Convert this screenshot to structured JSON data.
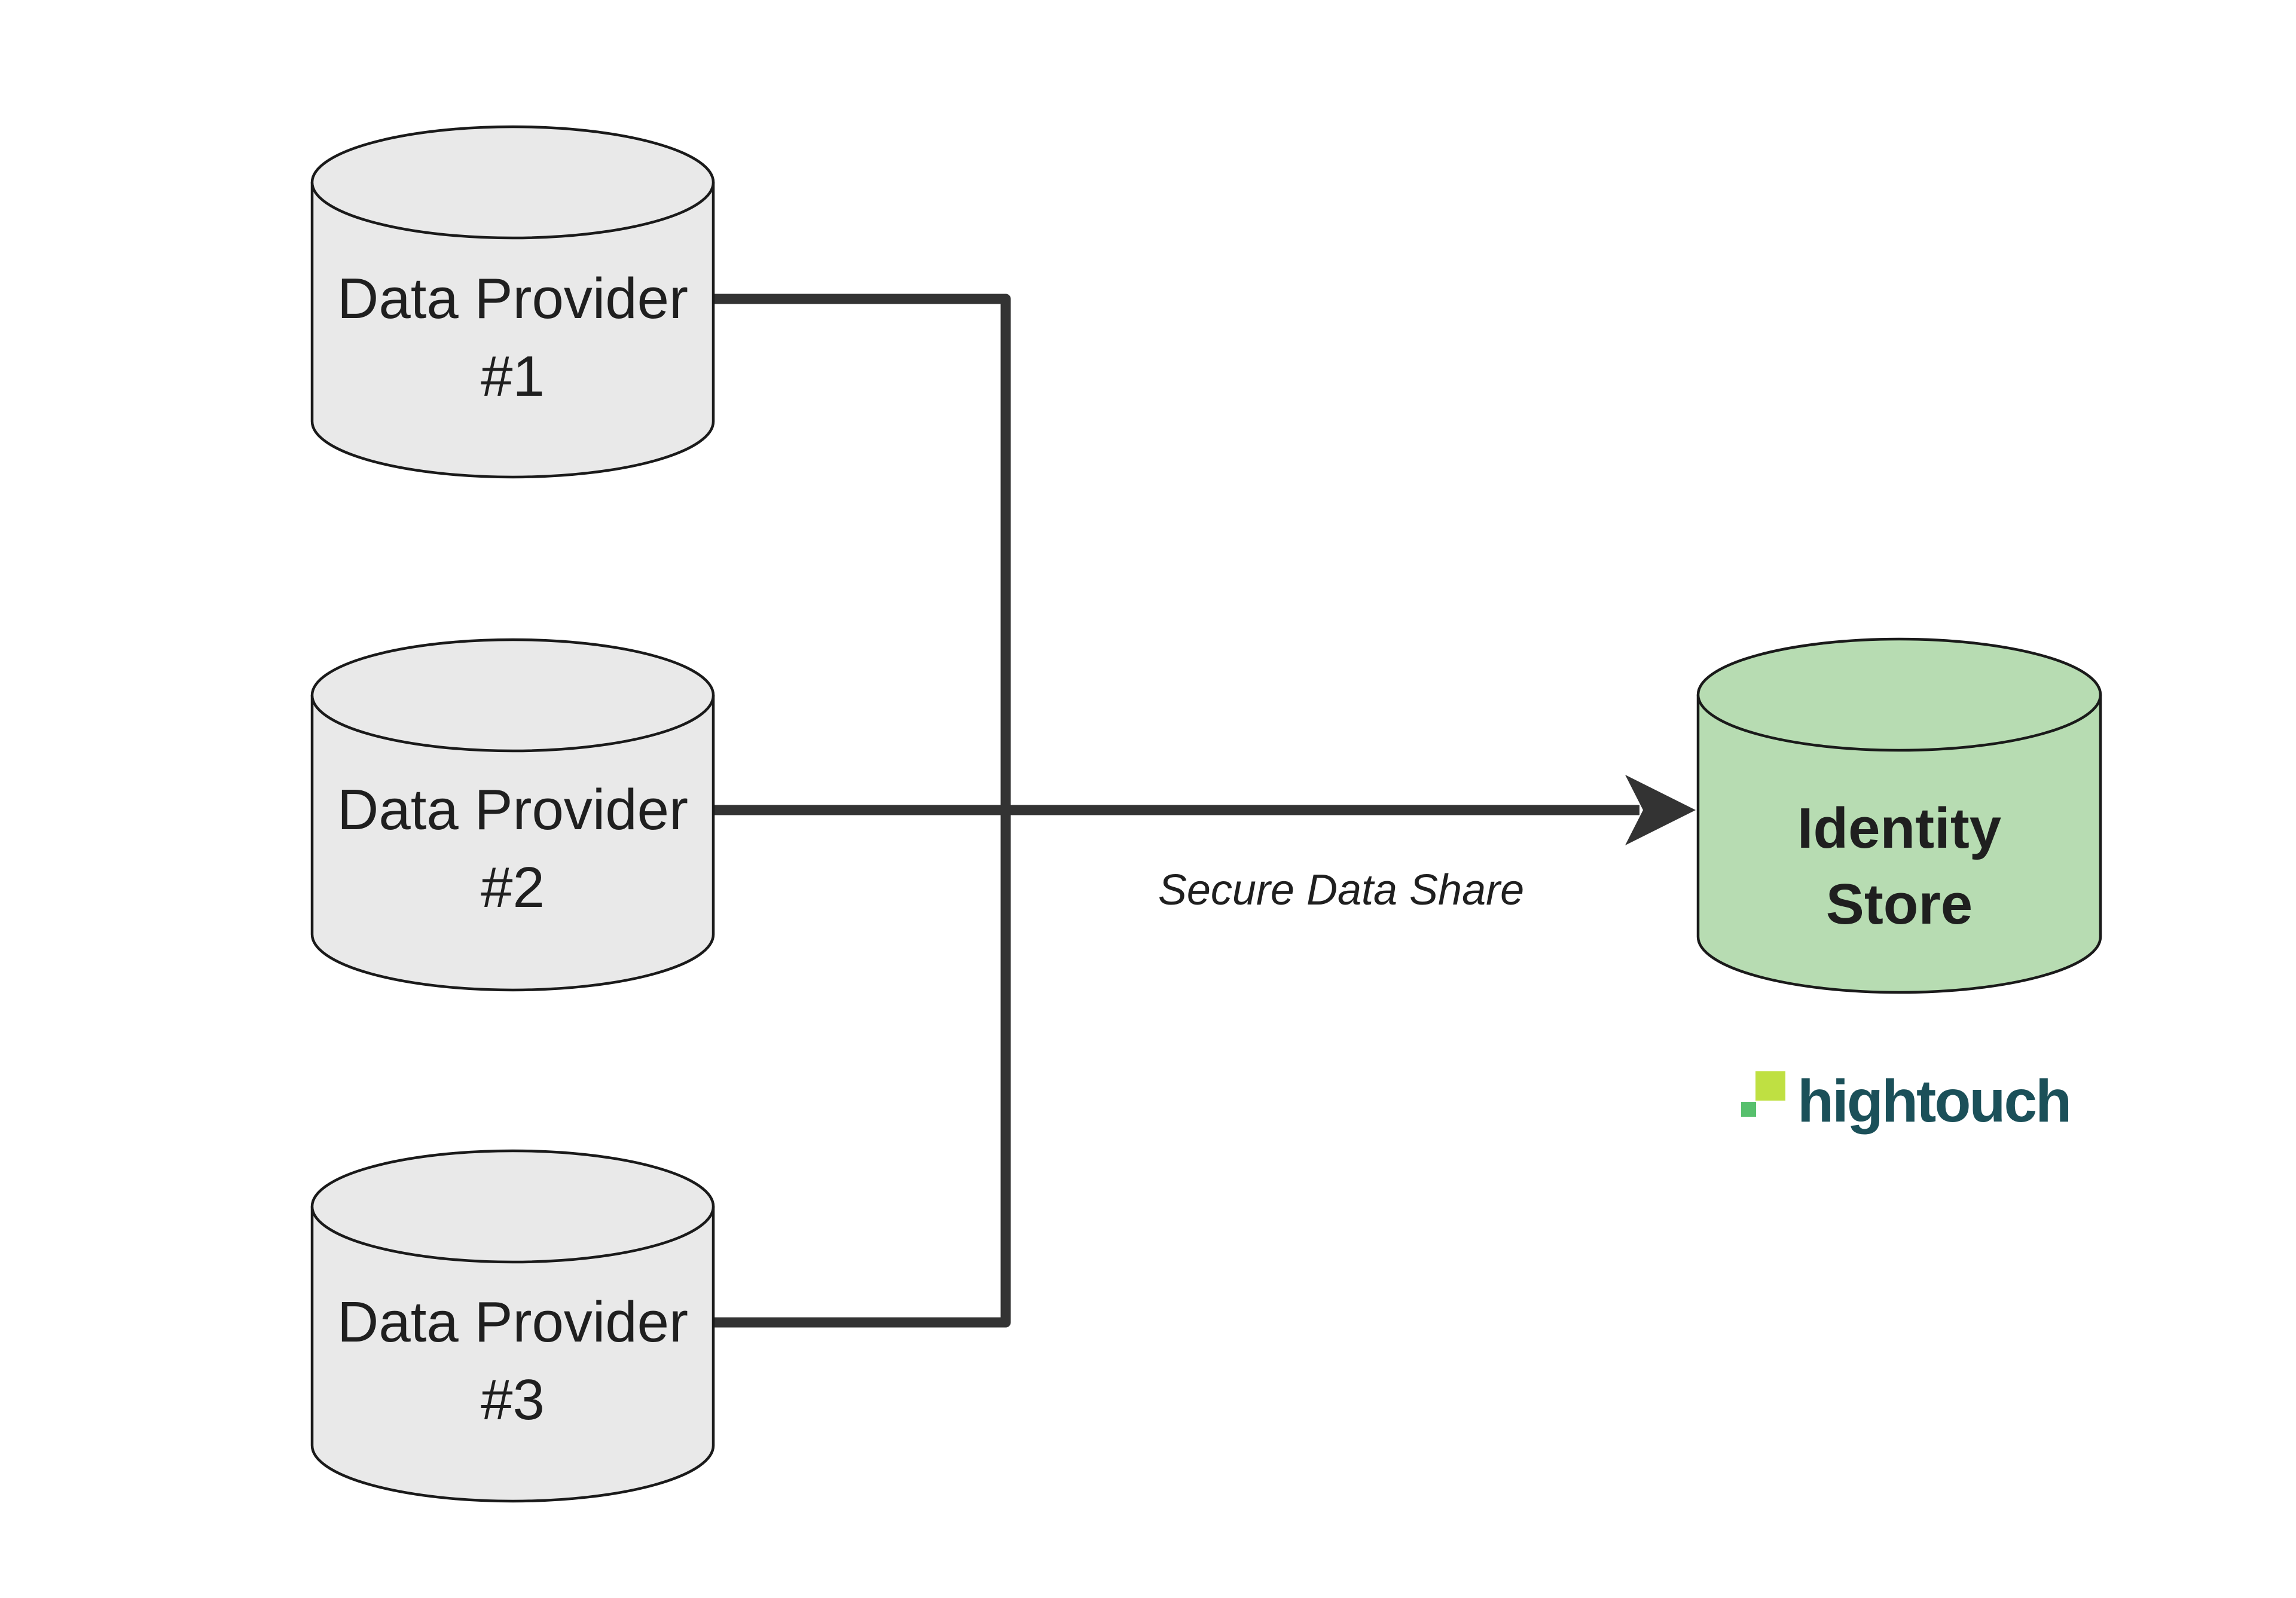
{
  "diagram": {
    "providers": [
      {
        "line1": "Data Provider",
        "line2": "#1"
      },
      {
        "line1": "Data Provider",
        "line2": "#2"
      },
      {
        "line1": "Data Provider",
        "line2": "#3"
      }
    ],
    "identity_store": {
      "line1": "Identity",
      "line2": "Store"
    },
    "arrow_label": "Secure Data Share",
    "colors": {
      "provider_fill": "#e9e9e9",
      "identity_fill": "#b7dcb2",
      "shape_stroke": "#1a1a1a",
      "connector": "#333333",
      "text": "#1f1f1f"
    }
  },
  "branding": {
    "logo_text": "hightouch",
    "logo_colors": {
      "lime_square": "#bfe042",
      "green_square": "#57c06d",
      "wordmark_teal": "#1b5059"
    }
  }
}
